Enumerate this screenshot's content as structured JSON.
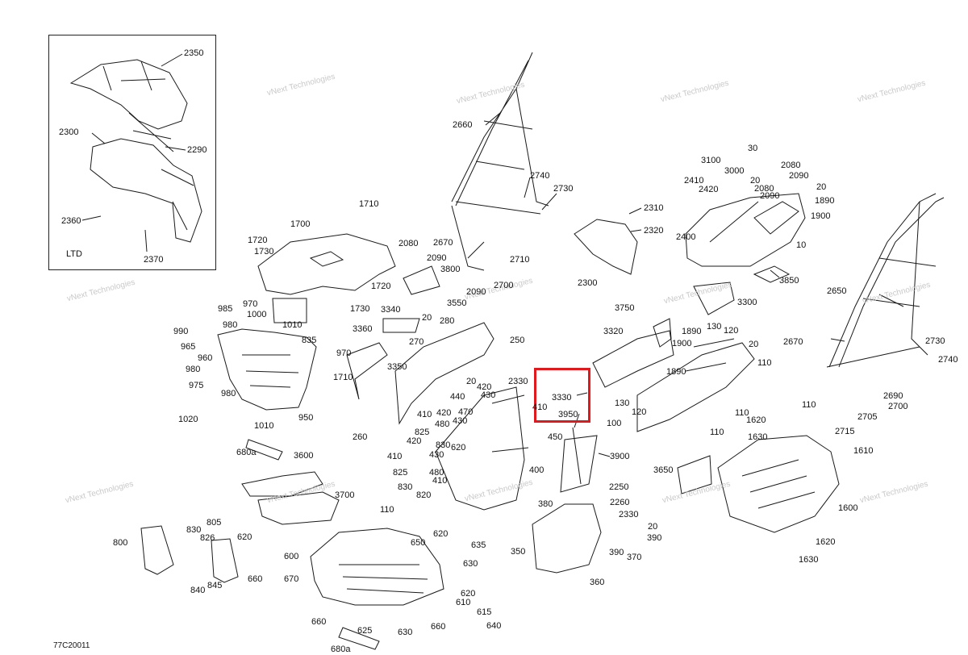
{
  "diagram": {
    "code": "77C20011",
    "inset_label": "LTD",
    "watermark_text": "vNext Technologies",
    "highlight_color": "#e0191f",
    "labels": [
      {
        "id": "l2350",
        "t": "2350"
      },
      {
        "id": "l2300a",
        "t": "2300"
      },
      {
        "id": "l2290",
        "t": "2290"
      },
      {
        "id": "l2360",
        "t": "2360"
      },
      {
        "id": "l2370",
        "t": "2370"
      },
      {
        "id": "l2660",
        "t": "2660"
      },
      {
        "id": "l2740a",
        "t": "2740"
      },
      {
        "id": "l2730a",
        "t": "2730"
      },
      {
        "id": "l2310",
        "t": "2310"
      },
      {
        "id": "l2320",
        "t": "2320"
      },
      {
        "id": "l2670a",
        "t": "2670"
      },
      {
        "id": "l2710",
        "t": "2710"
      },
      {
        "id": "l2090a",
        "t": "2090"
      },
      {
        "id": "l2700a",
        "t": "2700"
      },
      {
        "id": "l2300b",
        "t": "2300"
      },
      {
        "id": "l30",
        "t": "30"
      },
      {
        "id": "l3100",
        "t": "3100"
      },
      {
        "id": "l3000",
        "t": "3000"
      },
      {
        "id": "l2080a",
        "t": "2080"
      },
      {
        "id": "l2090b",
        "t": "2090"
      },
      {
        "id": "l20a",
        "t": "20"
      },
      {
        "id": "l2410",
        "t": "2410"
      },
      {
        "id": "l2420",
        "t": "2420"
      },
      {
        "id": "l20b",
        "t": "20"
      },
      {
        "id": "l2080b",
        "t": "2080"
      },
      {
        "id": "l2090c",
        "t": "2090"
      },
      {
        "id": "l1890a",
        "t": "1890"
      },
      {
        "id": "l1900a",
        "t": "1900"
      },
      {
        "id": "l2400",
        "t": "2400"
      },
      {
        "id": "l10",
        "t": "10"
      },
      {
        "id": "l3850",
        "t": "3850"
      },
      {
        "id": "l2650",
        "t": "2650"
      },
      {
        "id": "l3300",
        "t": "3300"
      },
      {
        "id": "l1710a",
        "t": "1710"
      },
      {
        "id": "l1700",
        "t": "1700"
      },
      {
        "id": "l1720a",
        "t": "1720"
      },
      {
        "id": "l1730a",
        "t": "1730"
      },
      {
        "id": "l2080c",
        "t": "2080"
      },
      {
        "id": "l2090d",
        "t": "2090"
      },
      {
        "id": "l3800",
        "t": "3800"
      },
      {
        "id": "l1720b",
        "t": "1720"
      },
      {
        "id": "l1730b",
        "t": "1730"
      },
      {
        "id": "l3550",
        "t": "3550"
      },
      {
        "id": "l970a",
        "t": "970"
      },
      {
        "id": "l985",
        "t": "985"
      },
      {
        "id": "l1000",
        "t": "1000"
      },
      {
        "id": "l1010a",
        "t": "1010"
      },
      {
        "id": "l980a",
        "t": "980"
      },
      {
        "id": "l3340",
        "t": "3340"
      },
      {
        "id": "l990",
        "t": "990"
      },
      {
        "id": "l965",
        "t": "965"
      },
      {
        "id": "l835",
        "t": "835"
      },
      {
        "id": "l970b",
        "t": "970"
      },
      {
        "id": "l960",
        "t": "960"
      },
      {
        "id": "l980b",
        "t": "980"
      },
      {
        "id": "l975",
        "t": "975"
      },
      {
        "id": "l980c",
        "t": "980"
      },
      {
        "id": "l1710b",
        "t": "1710"
      },
      {
        "id": "l950",
        "t": "950"
      },
      {
        "id": "l1020",
        "t": "1020"
      },
      {
        "id": "l1010b",
        "t": "1010"
      },
      {
        "id": "l680a1",
        "t": "680a"
      },
      {
        "id": "l3360",
        "t": "3360"
      },
      {
        "id": "l20c",
        "t": "20"
      },
      {
        "id": "l280",
        "t": "280"
      },
      {
        "id": "l270",
        "t": "270"
      },
      {
        "id": "l250",
        "t": "250"
      },
      {
        "id": "l3350",
        "t": "3350"
      },
      {
        "id": "l260",
        "t": "260"
      },
      {
        "id": "l3750",
        "t": "3750"
      },
      {
        "id": "l3320",
        "t": "3320"
      },
      {
        "id": "l1890b",
        "t": "1890"
      },
      {
        "id": "l130a",
        "t": "130"
      },
      {
        "id": "l120a",
        "t": "120"
      },
      {
        "id": "l1900b",
        "t": "1900"
      },
      {
        "id": "l20d",
        "t": "20"
      },
      {
        "id": "l2670b",
        "t": "2670"
      },
      {
        "id": "l2730b",
        "t": "2730"
      },
      {
        "id": "l2740b",
        "t": "2740"
      },
      {
        "id": "l110a",
        "t": "110"
      },
      {
        "id": "l1890c",
        "t": "1890"
      },
      {
        "id": "l2330a",
        "t": "2330"
      },
      {
        "id": "l20e",
        "t": "20"
      },
      {
        "id": "l420a",
        "t": "420"
      },
      {
        "id": "l440",
        "t": "440"
      },
      {
        "id": "l430a",
        "t": "430"
      },
      {
        "id": "l3330",
        "t": "3330"
      },
      {
        "id": "l3950",
        "t": "3950"
      },
      {
        "id": "l410a",
        "t": "410"
      },
      {
        "id": "l410b",
        "t": "410"
      },
      {
        "id": "l420b",
        "t": "420"
      },
      {
        "id": "l470",
        "t": "470"
      },
      {
        "id": "l480a",
        "t": "480"
      },
      {
        "id": "l430b",
        "t": "430"
      },
      {
        "id": "l825a",
        "t": "825"
      },
      {
        "id": "l830a",
        "t": "830"
      },
      {
        "id": "l420c",
        "t": "420"
      },
      {
        "id": "l620a",
        "t": "620"
      },
      {
        "id": "l450",
        "t": "450"
      },
      {
        "id": "l430c",
        "t": "430"
      },
      {
        "id": "l410c",
        "t": "410"
      },
      {
        "id": "l400",
        "t": "400"
      },
      {
        "id": "l825b",
        "t": "825"
      },
      {
        "id": "l480b",
        "t": "480"
      },
      {
        "id": "l830b",
        "t": "830"
      },
      {
        "id": "l410d",
        "t": "410"
      },
      {
        "id": "l820",
        "t": "820"
      },
      {
        "id": "l130b",
        "t": "130"
      },
      {
        "id": "l120b",
        "t": "120"
      },
      {
        "id": "l100",
        "t": "100"
      },
      {
        "id": "l110b",
        "t": "110"
      },
      {
        "id": "l110c",
        "t": "110"
      },
      {
        "id": "l2690",
        "t": "2690"
      },
      {
        "id": "l110d",
        "t": "110"
      },
      {
        "id": "l2700b",
        "t": "2700"
      },
      {
        "id": "l1620a",
        "t": "1620"
      },
      {
        "id": "l2705",
        "t": "2705"
      },
      {
        "id": "l2715",
        "t": "2715"
      },
      {
        "id": "l1630a",
        "t": "1630"
      },
      {
        "id": "l1610",
        "t": "1610"
      },
      {
        "id": "l3900",
        "t": "3900"
      },
      {
        "id": "l3650",
        "t": "3650"
      },
      {
        "id": "l2250",
        "t": "2250"
      },
      {
        "id": "l380",
        "t": "380"
      },
      {
        "id": "l2260",
        "t": "2260"
      },
      {
        "id": "l2330b",
        "t": "2330"
      },
      {
        "id": "l1600",
        "t": "1600"
      },
      {
        "id": "l20f",
        "t": "20"
      },
      {
        "id": "l390a",
        "t": "390"
      },
      {
        "id": "l390b",
        "t": "390"
      },
      {
        "id": "l370",
        "t": "370"
      },
      {
        "id": "l350",
        "t": "350"
      },
      {
        "id": "l360",
        "t": "360"
      },
      {
        "id": "l1620b",
        "t": "1620"
      },
      {
        "id": "l1630b",
        "t": "1630"
      },
      {
        "id": "l3600",
        "t": "3600"
      },
      {
        "id": "l3700",
        "t": "3700"
      },
      {
        "id": "l110e",
        "t": "110"
      },
      {
        "id": "l800",
        "t": "800"
      },
      {
        "id": "l805",
        "t": "805"
      },
      {
        "id": "l830c",
        "t": "830"
      },
      {
        "id": "l826",
        "t": "826"
      },
      {
        "id": "l620b",
        "t": "620"
      },
      {
        "id": "l620c",
        "t": "620"
      },
      {
        "id": "l650",
        "t": "650"
      },
      {
        "id": "l635",
        "t": "635"
      },
      {
        "id": "l600",
        "t": "600"
      },
      {
        "id": "l630a",
        "t": "630"
      },
      {
        "id": "l660a",
        "t": "660"
      },
      {
        "id": "l840",
        "t": "840"
      },
      {
        "id": "l845",
        "t": "845"
      },
      {
        "id": "l670",
        "t": "670"
      },
      {
        "id": "l620d",
        "t": "620"
      },
      {
        "id": "l610",
        "t": "610"
      },
      {
        "id": "l615",
        "t": "615"
      },
      {
        "id": "l660b",
        "t": "660"
      },
      {
        "id": "l660c",
        "t": "660"
      },
      {
        "id": "l640",
        "t": "640"
      },
      {
        "id": "l625",
        "t": "625"
      },
      {
        "id": "l630b",
        "t": "630"
      },
      {
        "id": "l680a2",
        "t": "680a"
      }
    ]
  }
}
